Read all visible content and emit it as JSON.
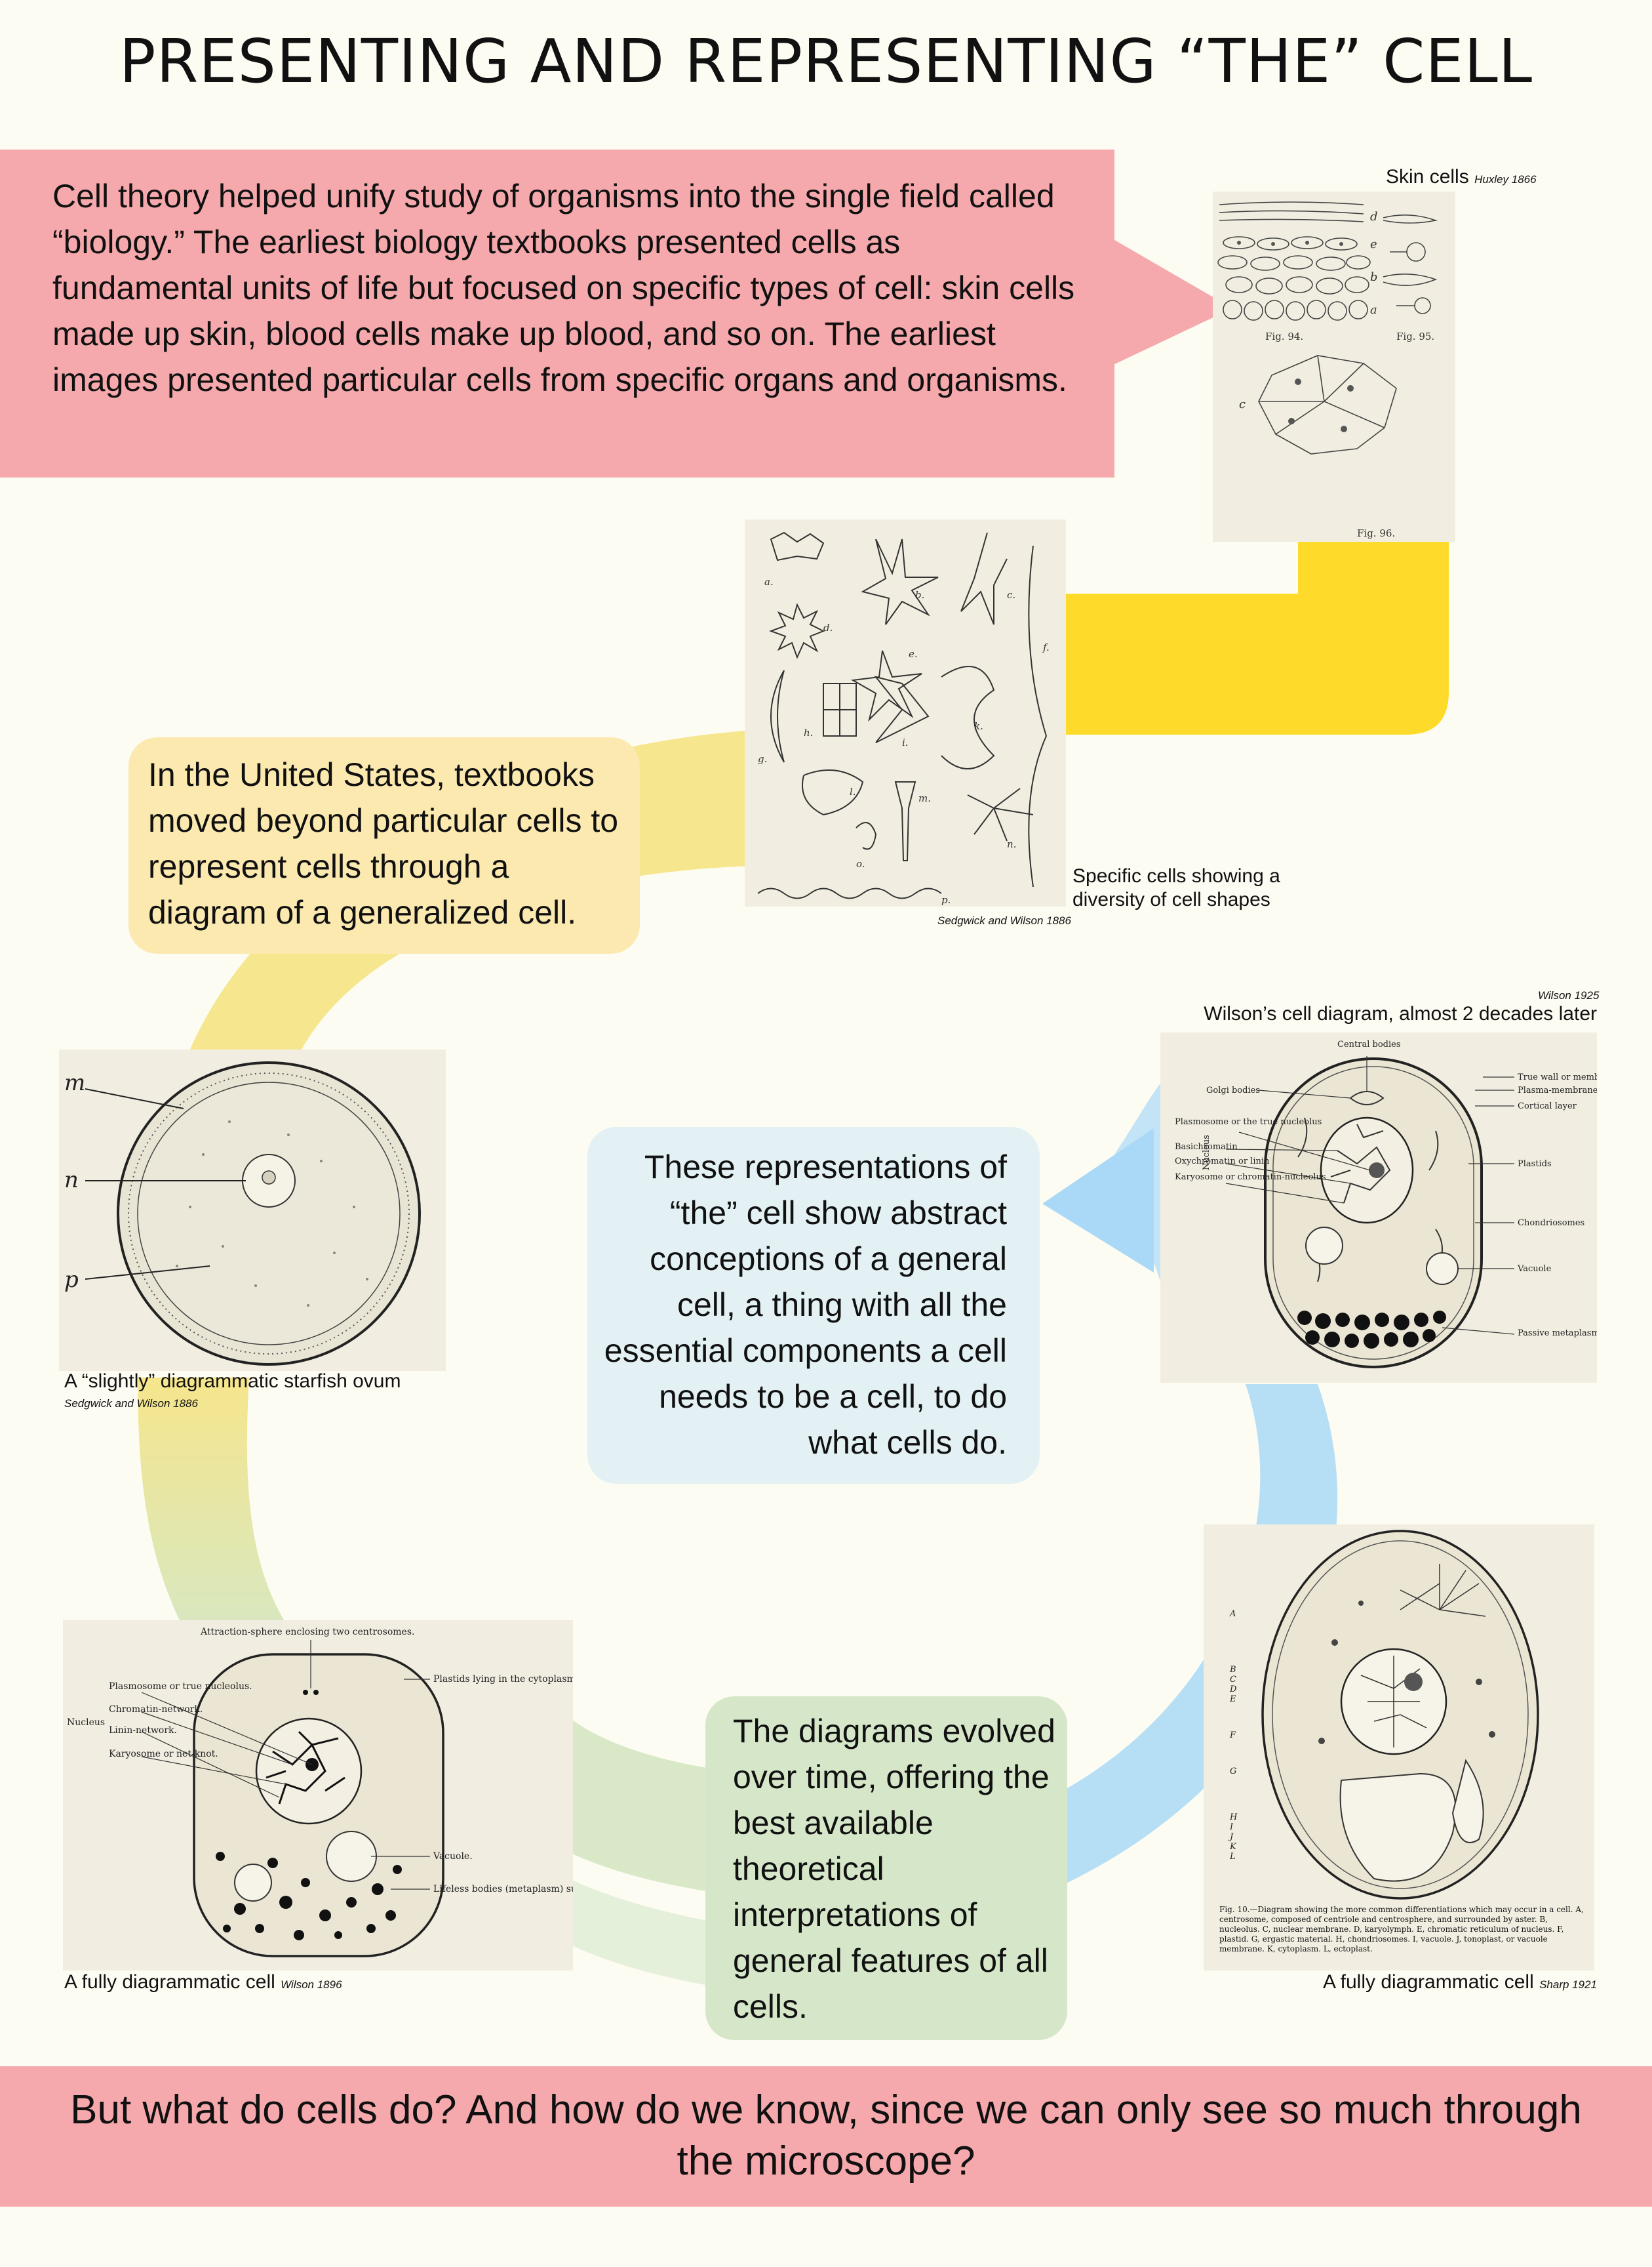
{
  "title": "PRESENTING AND REPRESENTING “THE” CELL",
  "intro": "Cell theory helped unify study of organisms into the single field called “biology.” The earliest biology textbooks presented cells as fundamental units of life but focused on specific types of cell: skin cells made up skin, blood cells make up blood, and so on. The earliest images presented particular cells from specific organs and organisms.",
  "us_text": "In the United States, textbooks moved beyond particular cells to represent cells through a diagram of a generalized cell.",
  "representations_text": "These representations of “the” cell show abstract conceptions of a general cell, a thing with all the essential components a cell needs to be a cell, to do what cells do.",
  "evolution_text": "The diagrams evolved over time, offering the best available theoretical interpretations of general features of all cells.",
  "footer": "But what do cells do? And how do we know, since we can only see so much through the microscope?",
  "colors": {
    "pink": "#f6a9ac",
    "yellow": "#fedb2b",
    "blue": "#a9d9f6",
    "green": "#cfe3bd",
    "cream": "#fdfcf3"
  },
  "figures": {
    "skin": {
      "caption": "Skin cells",
      "citation": "Huxley 1866",
      "labels": {
        "d": "d",
        "e": "e",
        "b": "b",
        "a": "a",
        "c": "c",
        "fig94": "Fig. 94.",
        "fig95": "Fig. 95.",
        "fig96": "Fig. 96."
      }
    },
    "shapes": {
      "caption": "Specific cells showing a diversity of cell shapes",
      "citation": "Sedgwick and Wilson 1886",
      "letters": [
        "a.",
        "b.",
        "c.",
        "d.",
        "e.",
        "f.",
        "g.",
        "h.",
        "i.",
        "k.",
        "l.",
        "m.",
        "n.",
        "o.",
        "p."
      ]
    },
    "ovum": {
      "caption": "A “slightly” diagrammatic starfish ovum",
      "citation": "Sedgwick and Wilson 1886",
      "labels": {
        "m": "m",
        "n": "n",
        "p": "p"
      }
    },
    "wilson1925": {
      "caption": "Wilson’s cell diagram, almost 2 decades later",
      "citation": "Wilson 1925",
      "labels": {
        "central": "Central bodies",
        "golgi": "Golgi bodies",
        "plasmosome": "Plasmosome or the true nucleolus",
        "basichromatin": "Basichromatin",
        "oxychromatin": "Oxychromatin or linin",
        "karyosome": "Karyosome or chromatin-nucleolus",
        "nucleus": "Nucleus",
        "wall": "True wall or membrane",
        "plasmamembrane": "Plasma-membrane",
        "cortical": "Cortical layer",
        "plastids": "Plastids",
        "chondriosomes": "Chondriosomes",
        "vacuole": "Vacuole",
        "passive": "Passive metaplasmic or paraplastic bodies"
      }
    },
    "wilson1896": {
      "caption": "A fully diagrammatic cell",
      "citation": "Wilson 1896",
      "labels": {
        "attraction": "Attraction-sphere enclosing two centrosomes.",
        "plastids": "Plastids lying in the cytoplasm.",
        "plasmosome": "Plasmosome or true nucleolus.",
        "chromatin": "Chromatin-network.",
        "linin": "Linin-network.",
        "karyosome": "Karyosome or net-knot.",
        "nucleus": "Nucleus",
        "vacuole": "Vacuole.",
        "lifeless": "Lifeless bodies (metaplasm) suspended in the cytoplasmic reticulum."
      }
    },
    "sharp1921": {
      "caption": "A fully diagrammatic cell",
      "citation": "Sharp 1921",
      "labels": {
        "A": "A",
        "B": "B",
        "C": "C",
        "D": "D",
        "E": "E",
        "F": "F",
        "G": "G",
        "H": "H",
        "I": "I",
        "J": "J",
        "K": "K",
        "L": "L"
      },
      "fig_caption": "Fig. 10.—Diagram showing the more common differentiations which may occur in a cell. A, centrosome, composed of centriole and centrosphere, and surrounded by aster. B, nucleolus. C, nuclear membrane. D, karyolymph. E, chromatic reticulum of nucleus. F, plastid. G, ergastic material. H, chondriosomes. I, vacuole. J, tonoplast, or vacuole membrane. K, cytoplasm. L, ectoplast."
    }
  }
}
